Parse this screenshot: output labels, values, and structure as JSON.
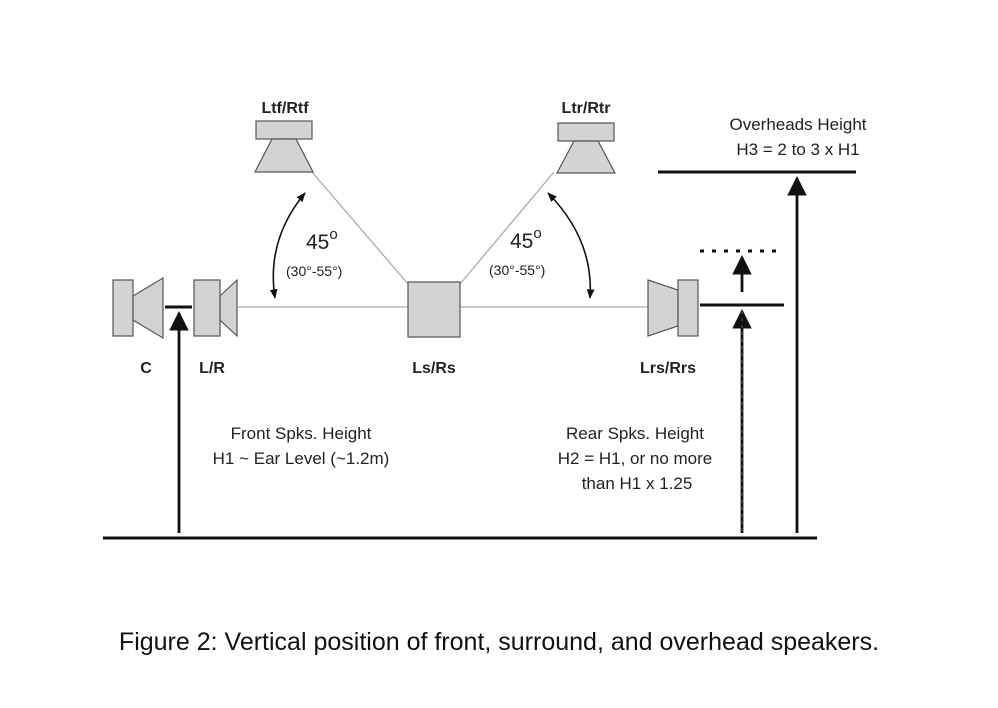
{
  "speakers": {
    "top_front": "Ltf/Rtf",
    "top_rear": "Ltr/Rtr",
    "center": "C",
    "front_lr": "L/R",
    "surround": "Ls/Rs",
    "rear_surround": "Lrs/Rrs"
  },
  "angles": {
    "front": {
      "value": "45",
      "unit": "o",
      "range": "(30°-55°)"
    },
    "rear": {
      "value": "45",
      "unit": "o",
      "range": "(30°-55°)"
    }
  },
  "heights": {
    "overheads": {
      "line1": "Overheads Height",
      "line2": "H3 = 2 to 3 x H1"
    },
    "front": {
      "line1": "Front Spks. Height",
      "line2": "H1 ~ Ear Level (~1.2m)"
    },
    "rear": {
      "line1": "Rear Spks. Height",
      "line2": "H2 = H1, or no more",
      "line3": "than H1 x 1.25"
    }
  },
  "caption": "Figure 2: Vertical position of front, surround, and overhead speakers.",
  "colors": {
    "speaker_fill": "#d3d3d3",
    "speaker_stroke": "#555555",
    "line": "#111111",
    "thin_line": "#aaaaaa"
  }
}
